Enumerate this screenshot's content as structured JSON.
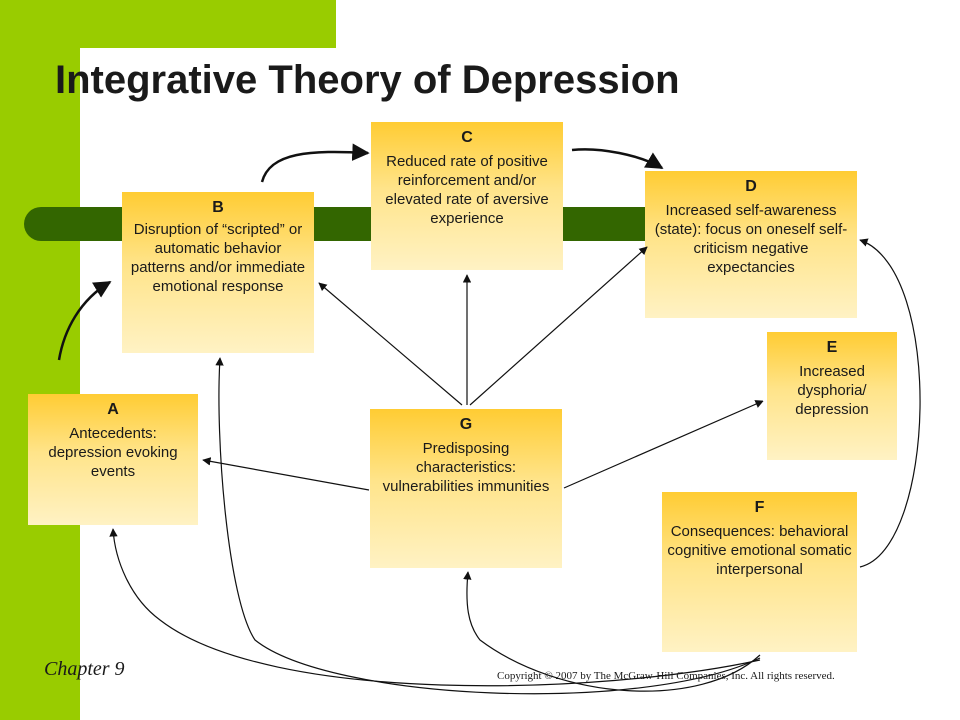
{
  "slide": {
    "title": "Integrative Theory of Depression",
    "chapter": "Chapter 9",
    "copyright": "Copyright © 2007 by The McGraw-Hill Companies, Inc.  All rights reserved."
  },
  "boxes": {
    "a": {
      "letter": "A",
      "text": "Antecedents: depression evoking events"
    },
    "b": {
      "letter": "B",
      "text": "Disruption of “scripted” or automatic behavior patterns and/or immediate emotional response"
    },
    "c": {
      "letter": "C",
      "text": "Reduced rate of positive reinforcement and/or elevated rate of aversive experience"
    },
    "d": {
      "letter": "D",
      "text": "Increased self-awareness (state): focus on oneself self-criticism negative expectancies"
    },
    "e": {
      "letter": "E",
      "text": "Increased dysphoria/ depression"
    },
    "f": {
      "letter": "F",
      "text": "Consequences: behavioral cognitive emotional somatic interpersonal"
    },
    "g": {
      "letter": "G",
      "text": "Predisposing characteristics: vulnerabilities immunities"
    }
  },
  "colors": {
    "accent_green": "#99cc00",
    "bar_green": "#336600",
    "box_top": "#ffcc33",
    "box_bottom": "#fff2c4"
  }
}
